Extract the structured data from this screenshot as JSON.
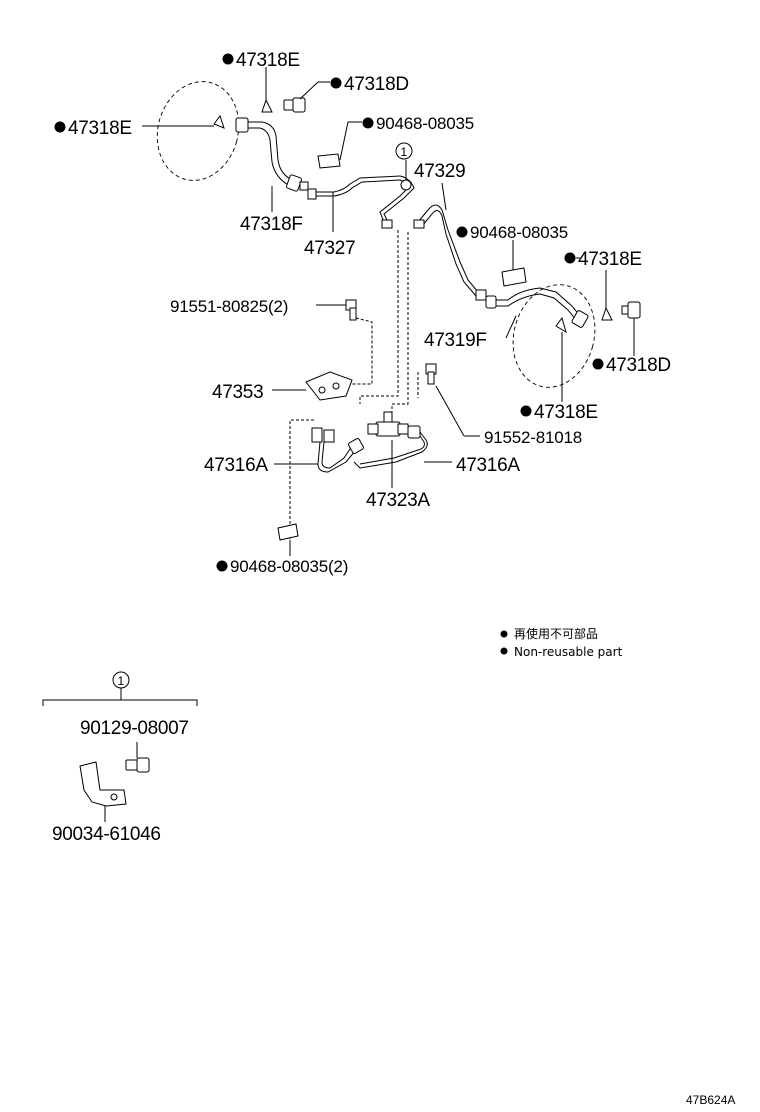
{
  "callouts": {
    "p47318E_top": "47318E",
    "p47318D_top": "47318D",
    "p47318E_left": "47318E",
    "p90468_top": "90468-08035",
    "p47329": "47329",
    "p47318F": "47318F",
    "p47327": "47327",
    "p90468_mid": "90468-08035",
    "p47318E_right": "47318E",
    "p91551": "91551-80825(2)",
    "p47319F": "47319F",
    "p47318D_right": "47318D",
    "p47353": "47353",
    "p47318E_bottom": "47318E",
    "p91552": "91552-81018",
    "p47316A_left": "47316A",
    "p47316A_right": "47316A",
    "p47323A": "47323A",
    "p90468_bottom": "90468-08035(2)",
    "p90129": "90129-08007",
    "p90034": "90034-61046"
  },
  "reference_marker": "1",
  "legend": {
    "japanese": "再使用不可部品",
    "english": "Non-reusable part"
  },
  "figure_code": "47B624A",
  "colors": {
    "ink": "#000000",
    "paper": "#ffffff"
  }
}
